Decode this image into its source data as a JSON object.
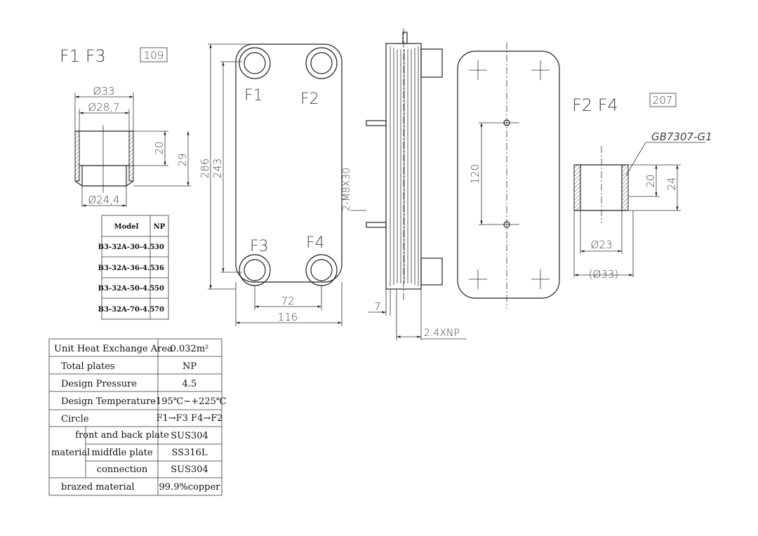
{
  "title_left": {
    "ports": "F1  F3",
    "code": "109"
  },
  "title_right": {
    "ports": "F2  F4",
    "code": "207",
    "thread_spec": "GB7307-G1"
  },
  "left_fitting": {
    "d_outer": "Ø33",
    "d_mid": "Ø28,7",
    "d_inner": "Ø24,4",
    "h1": "20",
    "h2": "29"
  },
  "right_fitting": {
    "d_inner": "Ø23",
    "d_outer": "(Ø33)",
    "h1": "20",
    "h2": "24"
  },
  "front_view": {
    "ports": [
      "F1",
      "F2",
      "F3",
      "F4"
    ],
    "height": "286",
    "port_spacing_v": "243",
    "port_spacing_h": "72",
    "width": "116"
  },
  "side_view": {
    "studs": "2-M8X30",
    "thickness": "7",
    "stack": "2.4XNP"
  },
  "back_view": {
    "stud_spacing": "120"
  },
  "model_table": {
    "headers": [
      "Model",
      "NP"
    ],
    "rows": [
      [
        "B3-32A-30-4.5",
        "30"
      ],
      [
        "B3-32A-36-4.5",
        "36"
      ],
      [
        "B3-32A-50-4.5",
        "50"
      ],
      [
        "B3-32A-70-4.5",
        "70"
      ]
    ]
  },
  "spec_table": {
    "area_label": "Unit Heat Exchange Area",
    "area_value": "0.032m²",
    "plates_label": "Total plates",
    "plates_value": "NP",
    "pressure_label": "Design Pressure",
    "pressure_value": "4.5",
    "temp_label": "Design Temperature",
    "temp_value": "-195℃~+225℃",
    "circle_label": "Circle",
    "circle_value": "F1→F3   F4→F2",
    "material_label": "material",
    "material_rows": [
      [
        "front and back plate",
        "SUS304"
      ],
      [
        "midfdle plate",
        "SS316L"
      ],
      [
        "connection",
        "SUS304"
      ]
    ],
    "brazed_label": "brazed material",
    "brazed_value": "99.9%copper"
  }
}
